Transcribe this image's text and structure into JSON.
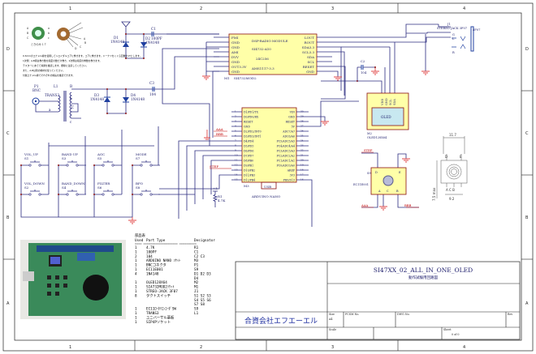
{
  "frame": {
    "columns": [
      "1",
      "2",
      "3",
      "4"
    ],
    "rows": [
      "D",
      "C",
      "B",
      "A"
    ]
  },
  "colors": {
    "wire": "#2c2c80",
    "component_outline": "#8a1010",
    "component_fill": "#ffffa8",
    "ground": "#e04848",
    "net_label": "#c00000",
    "oled_screen": "#c8e8f0"
  },
  "coil": {
    "pin_labels_left": [
      "A",
      "B",
      "C"
    ],
    "pin_labels_right": [
      "a",
      "b",
      "c"
    ],
    "caption": "ときのみ 1 T",
    "wire_labels": [
      "A",
      "B",
      "C",
      "D"
    ]
  },
  "note": [
    "0.3mmのエナメル線を使用してトロイダルコアに巻きます。コアに巻きます。ドーナツをくぐる回数を1Tとします。",
    "1次側：A-B間は巻き数を指定の数だけ巻き、2次側は指定の巻数を巻きます。",
    "テスターにあてて導通を確認します。断線に注意してください。",
    "また、A,Bは別の線材を使ってください。",
    "付属エナメル線でそれぞれの線長を確認できます。"
  ],
  "antenna": {
    "d1_ref": "D1",
    "d1_val": "1N4148",
    "d2_ref": "D2",
    "d2_val": "1N4148",
    "c1_ref": "C1",
    "c1_val": "100PF"
  },
  "bnc": {
    "ref": "P1",
    "val": "BNC",
    "l1_ref": "L1",
    "l1_val": "TRANS3",
    "taps": [
      "B",
      "b",
      "C",
      "c",
      "a"
    ],
    "d3_ref": "D3",
    "d3_val": "1N4148",
    "d4_ref": "D4",
    "d4_val": "1N4148",
    "c3_ref": "C3",
    "c3_val": "104"
  },
  "dsp": {
    "ref": "M1",
    "part": "SI4732MOD2",
    "title": "DSP-RADIO MODULE",
    "chip": "SI4732-A10",
    "eeprom": "24C256",
    "reg": "AMS1117-3.3",
    "left_pins": [
      "FMI",
      "GND",
      "GND",
      "AMI",
      "DVV",
      "GND",
      "OUT3.3V",
      "GND"
    ],
    "right_pins": [
      "LOUT",
      "ROUT",
      "SDA3.3",
      "SCL3.3",
      "SDA",
      "SCL",
      "RESET",
      "GND"
    ]
  },
  "nano": {
    "ref": "M3",
    "name": "ARDUINO NANO",
    "usb": "USB",
    "left_pins": [
      "D1/PD1/TX",
      "D0/PD0/RX",
      "RESET",
      "GND",
      "D2/PD2/INT0",
      "D3/PD3/INT1",
      "D4/PD4",
      "D5/PD5",
      "D6/PD6",
      "D7/PD7",
      "D8/PB0",
      "D9/PB1",
      "D10/PB2",
      "D11/PB3",
      "D12/PB4"
    ],
    "left_nums": [
      "1",
      "2",
      "3",
      "4",
      "5",
      "6",
      "7",
      "8",
      "9",
      "10",
      "11",
      "12",
      "13",
      "14",
      "15"
    ],
    "right_pins": [
      "VIN",
      "GND",
      "RESET",
      "5V",
      "ADC7/A7",
      "ADC6/A6",
      "PC5/ADC5/A5",
      "PC4/ADC4/A4",
      "PC3/ADC3/A3",
      "PC2/ADC2/A2",
      "PC1/ADC1/A1",
      "PC0/ADC0/A0",
      "AREF",
      "3V3",
      "PB5/D13"
    ],
    "right_nums": [
      "30",
      "29",
      "28",
      "27",
      "26",
      "25",
      "24",
      "23",
      "22",
      "21",
      "20",
      "19",
      "18",
      "17",
      "16"
    ]
  },
  "net_labels": {
    "aaa": "AAA",
    "bbb": "BBB",
    "step": "STEP"
  },
  "r1": {
    "ref": "R1",
    "val": "4.7K",
    "supply": "+5"
  },
  "c2": {
    "ref": "C2",
    "val": "104"
  },
  "oled": {
    "ref": "M2",
    "part": "OLED128X64",
    "screen": "OLED",
    "pins": [
      "VDD",
      "GND",
      "SCL",
      "SDA"
    ]
  },
  "jack": {
    "ref": "J1",
    "part": "STEREO-JACK 3F07",
    "tag": "3F07",
    "pins": [
      "G",
      "L",
      "R"
    ]
  },
  "encoder": {
    "ref": "S9",
    "part": "EC11E001",
    "pins": [
      "D",
      "E",
      "A",
      "C",
      "B"
    ]
  },
  "dims": {
    "w": "11.7",
    "pins_top": [
      "D",
      "E"
    ],
    "pins_bottom": "A C B",
    "h": "7.5 max",
    "pitch": "9.2"
  },
  "switches": [
    {
      "ref": "S1",
      "label": "VOL_UP"
    },
    {
      "ref": "S2",
      "label": "VOL_DOWN"
    },
    {
      "ref": "S3",
      "label": "BAND UP"
    },
    {
      "ref": "S4",
      "label": "BAND_DOWN"
    },
    {
      "ref": "S5",
      "label": "AGC"
    },
    {
      "ref": "S6",
      "label": "FILTER"
    },
    {
      "ref": "S7",
      "label": "MODE"
    },
    {
      "ref": "S8",
      "label": "BFO"
    }
  ],
  "bom": {
    "title": "部品表",
    "headers": [
      "Used",
      "Part Type",
      "Designator"
    ],
    "rule": "==== ==================== ==========",
    "rows": [
      [
        "1",
        "4.7K",
        "R1"
      ],
      [
        "1",
        "100PF",
        "C1"
      ],
      [
        "2",
        "104",
        "C2 C3"
      ],
      [
        "1",
        "ARDUINO NANO ｿｹｯﾄ",
        "M3"
      ],
      [
        "1",
        "BNCコネクタ",
        "P1"
      ],
      [
        "1",
        "EC11E001",
        "S9"
      ],
      [
        "4",
        "1N4148",
        "D1 D2 D3"
      ],
      [
        "",
        "",
        "D4"
      ],
      [
        "1",
        "OLED128X64",
        "M2"
      ],
      [
        "1",
        "SI4732MOD2ｿｹｯﾄ",
        "M1"
      ],
      [
        "1",
        "STREO-JACK 3F07",
        "J1"
      ],
      [
        "8",
        "タクトスイッチ",
        "S1 S2 S3"
      ],
      [
        "",
        "",
        "S4 S5 S6"
      ],
      [
        "",
        "",
        "S7 S8"
      ],
      [
        "1",
        "EC11ﾛｰﾀﾘｴﾝｺｰﾀﾞSW",
        "S9"
      ],
      [
        "1",
        "TRANS3",
        "L1"
      ],
      [
        "1",
        "ユニバーサル基板",
        ""
      ],
      [
        "1",
        "SIP4Pソケット",
        ""
      ]
    ]
  },
  "title_block": {
    "title": "SI47XX_02_ALL_IN_ONE_OLED",
    "subtitle": "動作試験用回路図",
    "company": "合資会社エフエーエル",
    "size_label": "Size",
    "size": "A4",
    "fcsm_label": "FCSM No.",
    "dwg_label": "DWG No.",
    "rev_label": "Rev",
    "scale_label": "Scale",
    "sheet_label": "Sheet",
    "sheet": "0 of 0"
  }
}
